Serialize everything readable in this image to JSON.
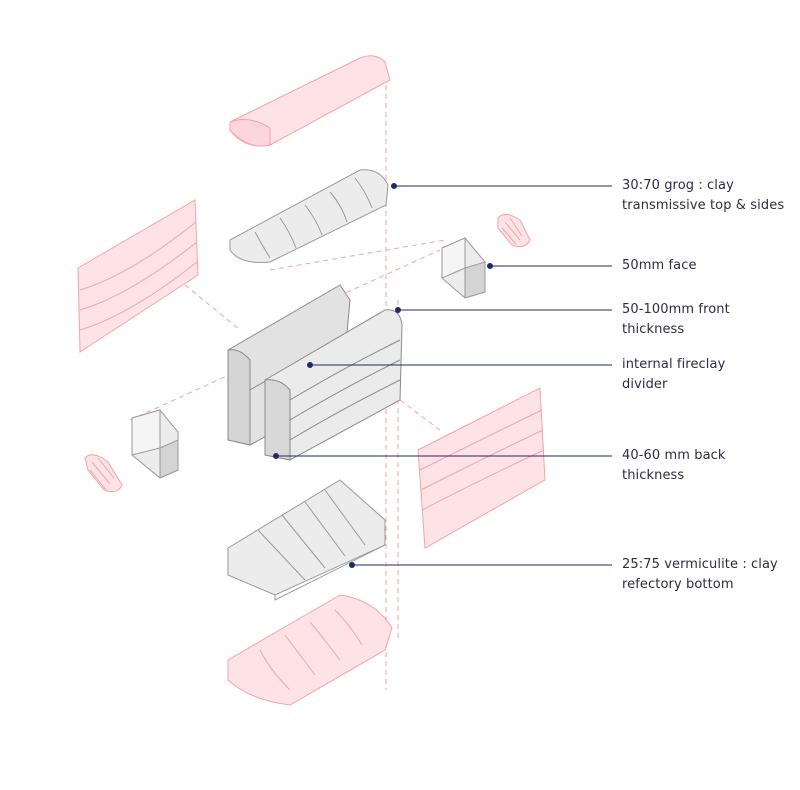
{
  "colors": {
    "leader": "#1f2a6b",
    "pink_fill": "#fde3e6",
    "pink_stroke": "#f2a3aa",
    "grey_fill": "#e4e4e4",
    "grey_stroke": "#9a9a9a",
    "dash": "#f2a3aa"
  },
  "labels": [
    {
      "line1": "30:70 grog : clay",
      "line2": "transmissive top & sides"
    },
    {
      "line1": "50mm face",
      "line2": ""
    },
    {
      "line1": "50-100mm front",
      "line2": "thickness"
    },
    {
      "line1": "internal fireclay",
      "line2": "divider"
    },
    {
      "line1": "40-60 mm back",
      "line2": "thickness"
    },
    {
      "line1": "25:75 vermiculite : clay",
      "line2": "refectory bottom"
    }
  ]
}
